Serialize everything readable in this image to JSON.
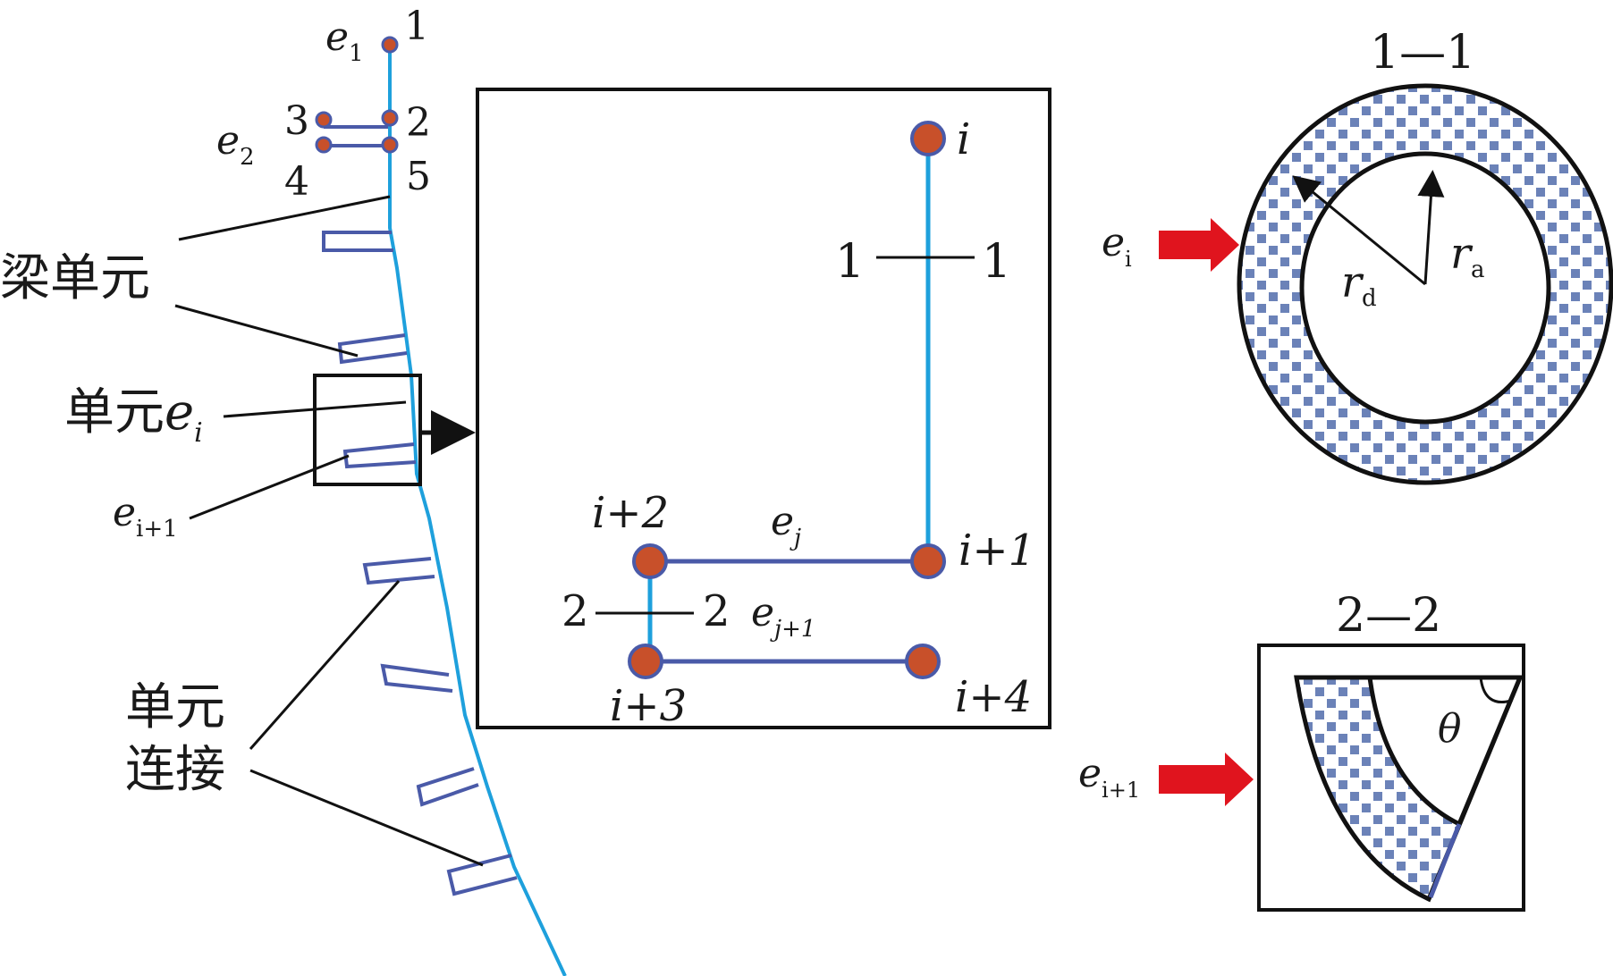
{
  "colors": {
    "trunk": "#1ea0dc",
    "beam": "#4a5aa8",
    "node_fill": "#c8502a",
    "node_stroke": "#4a5aa8",
    "arrow_red": "#e0141e",
    "hatch": "#6b82b8",
    "line": "#111111"
  },
  "left": {
    "node_1": "1",
    "node_2": "2",
    "node_3": "3",
    "node_4": "4",
    "node_5": "5",
    "e1": "e",
    "e1_sub": "1",
    "e2": "e",
    "e2_sub": "2",
    "beam_element": "梁单元",
    "element_ei": "单元",
    "element_ei_e": "e",
    "element_ei_sub": "i",
    "ei1": "e",
    "ei1_sub": "i+1",
    "connection_line1": "单元",
    "connection_line2": "连接"
  },
  "detail": {
    "node_i": "i",
    "node_i1": "i+1",
    "node_i2": "i+2",
    "node_i3": "i+3",
    "node_i4": "i+4",
    "section1_left": "1",
    "section1_right": "1",
    "section2_left": "2",
    "section2_right": "2",
    "ej": "e",
    "ej_sub": "j",
    "ej1": "e",
    "ej1_sub": "j+1"
  },
  "section_1": {
    "title": "1—1",
    "arrow_label": "e",
    "arrow_label_sub": "i",
    "ra": "r",
    "ra_sub": "a",
    "rd": "r",
    "rd_sub": "d"
  },
  "section_2": {
    "title": "2—2",
    "arrow_label": "e",
    "arrow_label_sub": "i+1",
    "theta": "θ"
  }
}
